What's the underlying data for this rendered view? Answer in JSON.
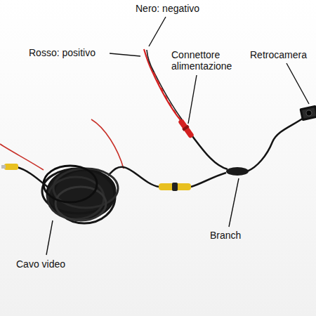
{
  "diagram": {
    "labels": [
      "Nero: negativo",
      "Rosso: positivo",
      "Connettore alimentazione",
      "Retrocamera",
      "Cavo video",
      "Branch"
    ]
  }
}
